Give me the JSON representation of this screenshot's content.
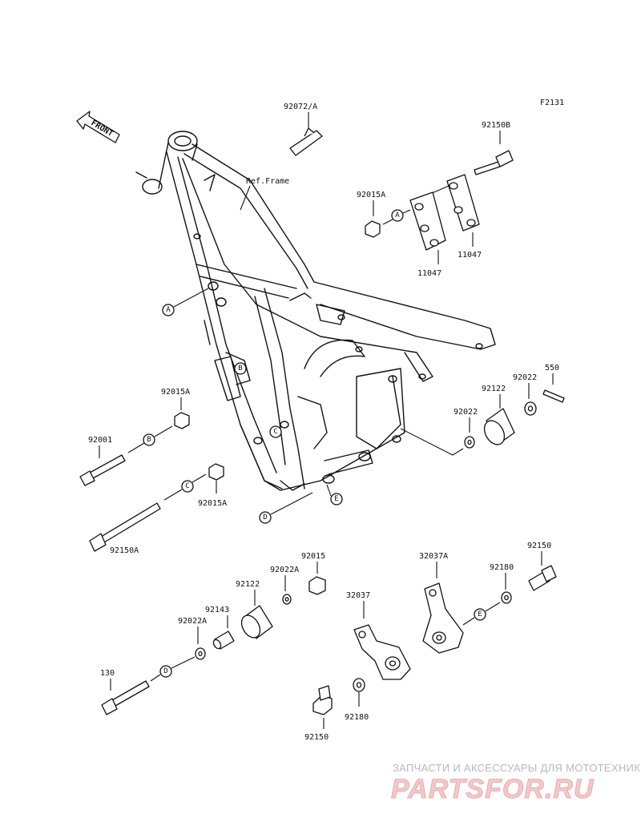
{
  "diagram_code": "F2131",
  "front_label": "FRONT",
  "ref_frame": "Ref.Frame",
  "parts": {
    "p92072A": "92072/A",
    "p92150B": "92150B",
    "p92015A_top": "92015A",
    "p11047_a": "11047",
    "p11047_b": "11047",
    "p550": "550",
    "p92022_a": "92022",
    "p92122_top": "92122",
    "p92022_b": "92022",
    "p92015A_left1": "92015A",
    "p92001": "92001",
    "p92015A_left2": "92015A",
    "p92150A": "92150A",
    "p92015": "92015",
    "p92022A_a": "92022A",
    "p92122_bottom": "92122",
    "p92143": "92143",
    "p92022A_b": "92022A",
    "p130": "130",
    "p32037A": "32037A",
    "p32037": "32037",
    "p92150_right": "92150",
    "p92180_right": "92180",
    "p92180_bottom": "92180",
    "p92150_bottom": "92150"
  },
  "callouts": {
    "A_frame": "A",
    "A_plate": "A",
    "B_frame": "B",
    "B_bolt": "B",
    "C_frame": "C",
    "C_bolt": "C",
    "D_mount": "D",
    "D_bolt": "D",
    "E_mount": "E",
    "E_bracket": "E"
  },
  "watermark": {
    "subtitle": "ЗАПЧАСТИ И АКСЕССУАРЫ ДЛЯ МОТОТЕХНИКИ",
    "brand": "PARTSFOR.RU"
  }
}
